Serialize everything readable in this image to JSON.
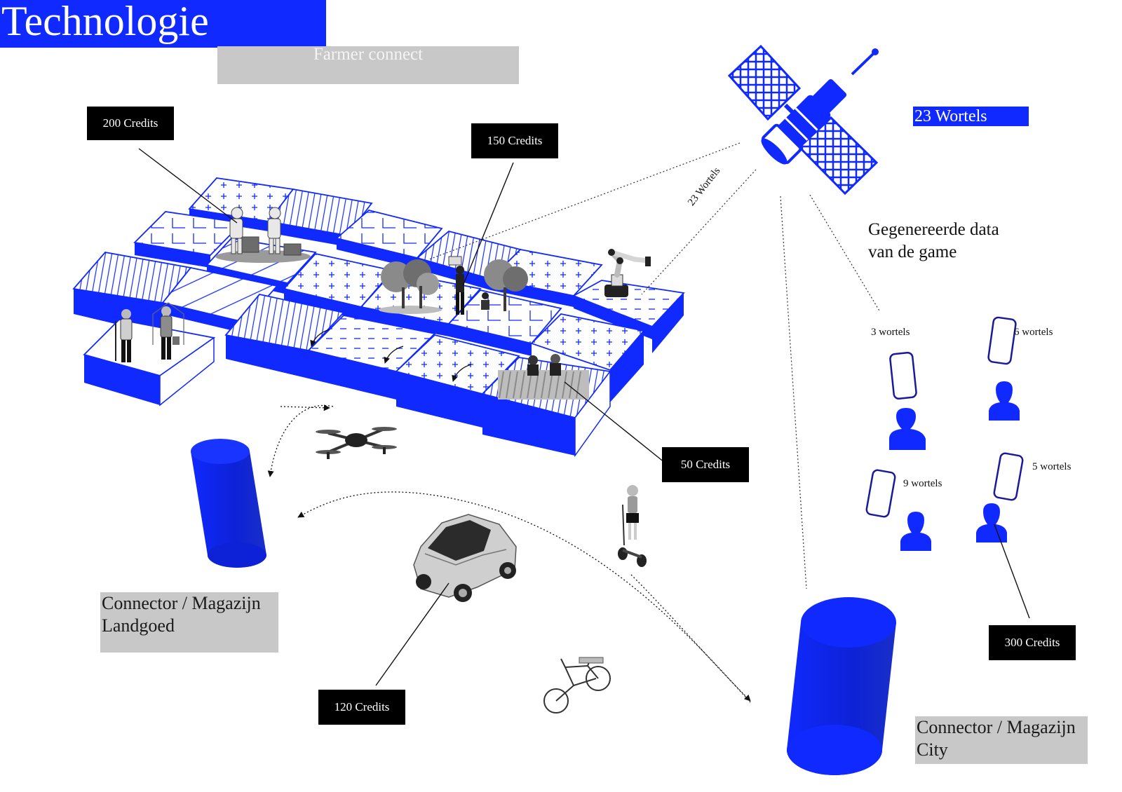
{
  "title": "Technologie",
  "farmer_connect": "Farmer connect",
  "credits": {
    "c200": "200 Credits",
    "c150": "150 Credits",
    "c50": "50 Credits",
    "c120": "120 Credits",
    "c300": "300 Credits"
  },
  "satellite": {
    "badge": "23 Wortels",
    "beam_label": "23 Wortels"
  },
  "generated_data": {
    "line1": "Gegenereerde data",
    "line2": "van de game"
  },
  "players": [
    {
      "label": "3 wortels"
    },
    {
      "label": "6 wortels"
    },
    {
      "label": "9 wortels"
    },
    {
      "label": "5 wortels"
    }
  ],
  "connectors": {
    "landgoed_line1": "Connector / Magazijn",
    "landgoed_line2": "Landgoed",
    "city_line1": "Connector / Magazijn",
    "city_line2": "City"
  },
  "colors": {
    "accent_blue": "#1029ff",
    "label_gray": "#c8c8c8",
    "credit_black": "#000000"
  }
}
